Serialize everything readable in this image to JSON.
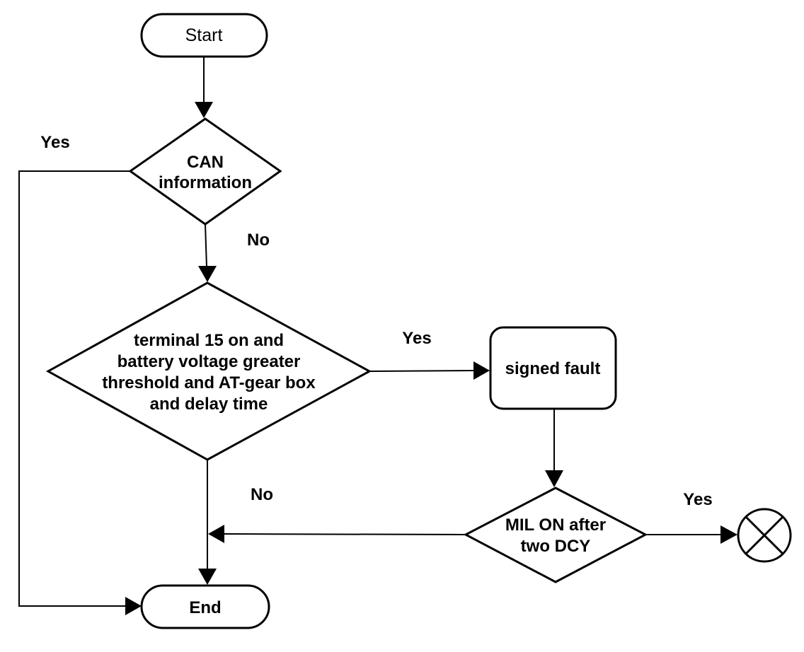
{
  "diagram": {
    "type": "flowchart",
    "colors": {
      "stroke": "#000000",
      "fill": "#ffffff",
      "text": "#000000"
    },
    "nodes": {
      "start": {
        "type": "terminator",
        "label": "Start"
      },
      "can_decision": {
        "type": "decision",
        "lines": [
          "CAN",
          "information"
        ]
      },
      "main_decision": {
        "type": "decision",
        "lines": [
          "terminal 15 on and",
          "battery voltage greater",
          "threshold and AT-gear box",
          "and delay time"
        ]
      },
      "signed_fault": {
        "type": "process",
        "label": "signed fault"
      },
      "mil_decision": {
        "type": "decision",
        "lines": [
          "MIL ON after",
          "two DCY"
        ]
      },
      "end": {
        "type": "terminator",
        "label": "End"
      },
      "offpage_connector": {
        "type": "crossed-circle"
      }
    },
    "edges": {
      "start_to_can": {
        "from": "start",
        "to": "can_decision",
        "label": ""
      },
      "can_yes": {
        "from": "can_decision",
        "to": "end",
        "label": "Yes"
      },
      "can_no": {
        "from": "can_decision",
        "to": "main_decision",
        "label": "No"
      },
      "main_yes": {
        "from": "main_decision",
        "to": "signed_fault",
        "label": "Yes"
      },
      "main_no": {
        "from": "main_decision",
        "to": "end",
        "label": "No"
      },
      "fault_to_mil": {
        "from": "signed_fault",
        "to": "mil_decision",
        "label": ""
      },
      "mil_yes": {
        "from": "mil_decision",
        "to": "offpage_connector",
        "label": "Yes"
      },
      "mil_no": {
        "from": "mil_decision",
        "to": "main_no",
        "label": "No"
      }
    }
  }
}
